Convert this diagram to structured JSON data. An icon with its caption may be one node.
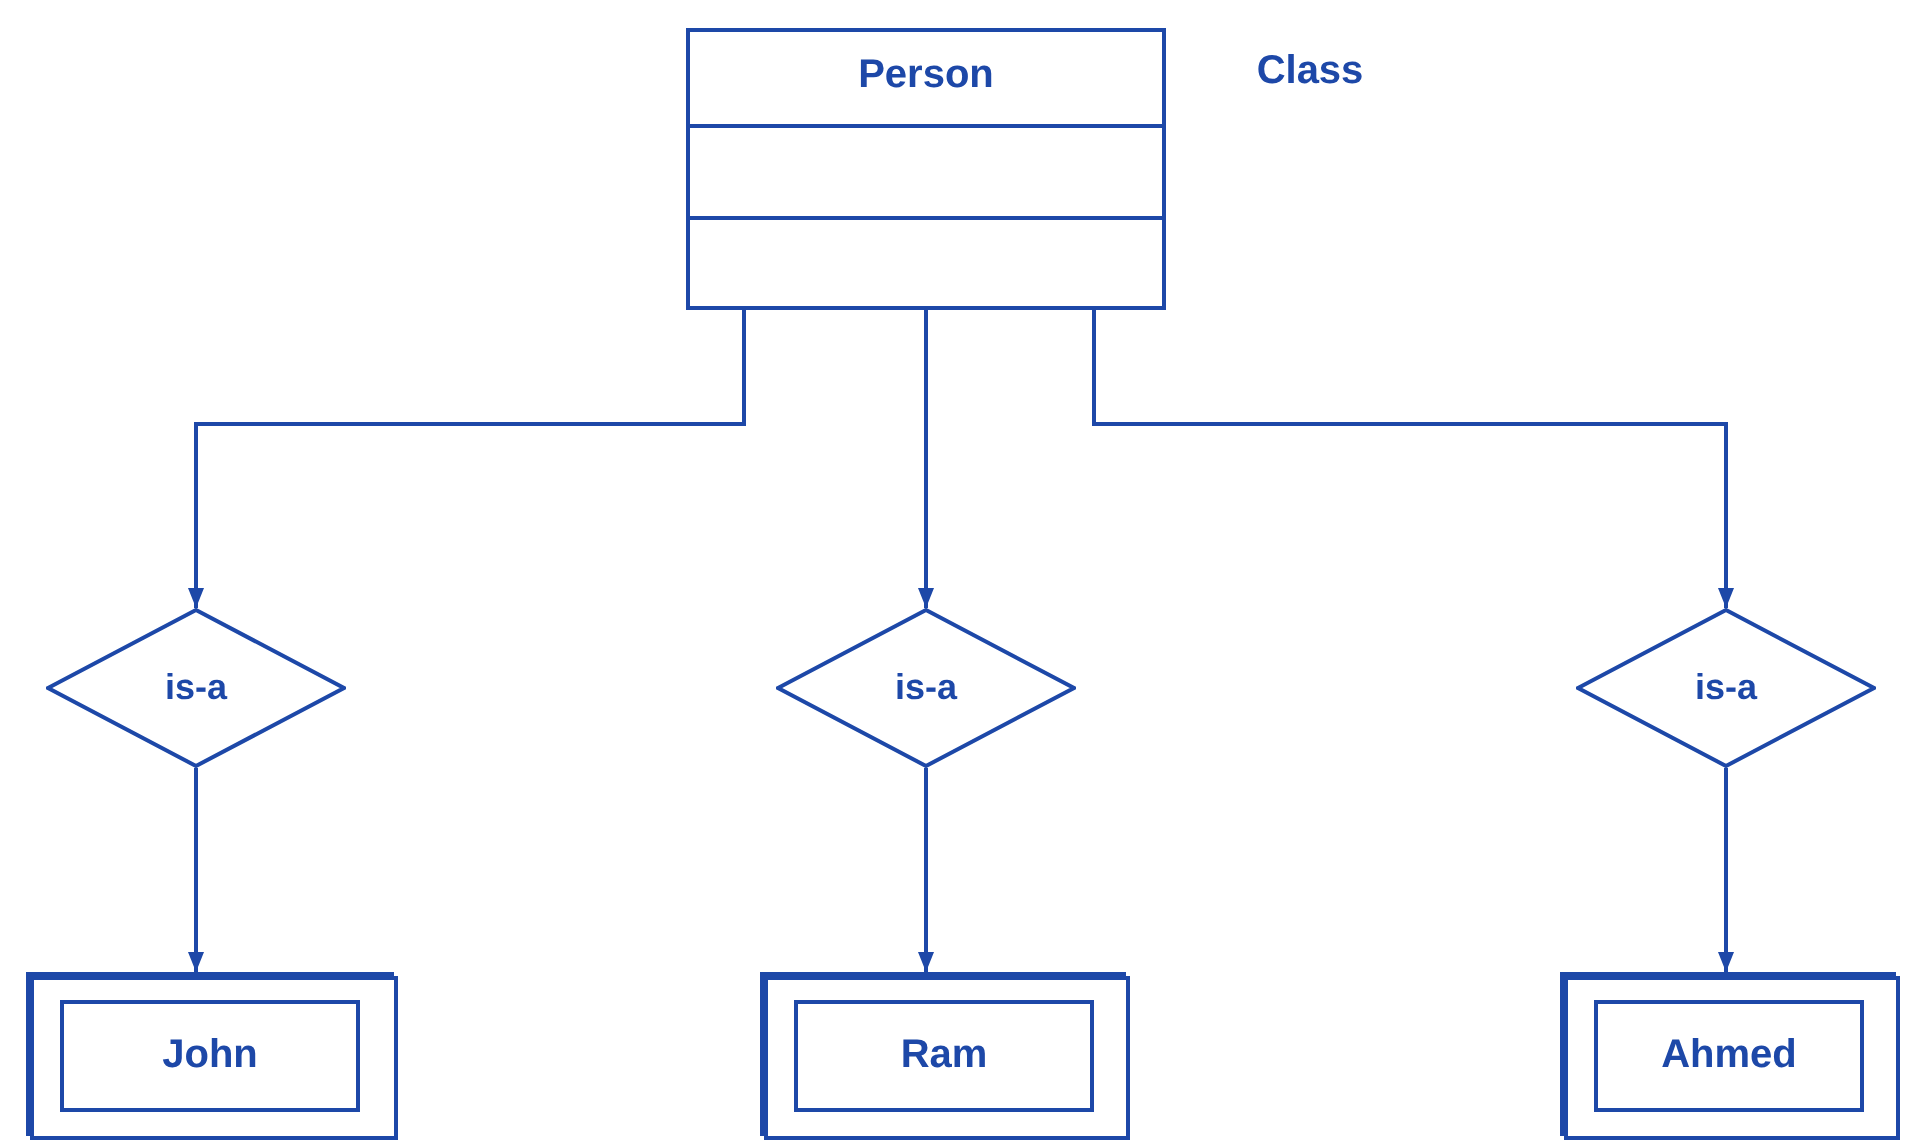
{
  "diagram": {
    "nodes": [
      {
        "text": [
          "Person"
        ],
        "beside": [
          "Class"
        ]
      },
      {
        "text": [
          "is-a"
        ]
      },
      {
        "text": [
          "is-a"
        ]
      },
      {
        "text": [
          "is-a"
        ]
      },
      {
        "text": [],
        "shape": "box"
      },
      {
        "text": [
          "John"
        ],
        "in": 4
      },
      {
        "text": [],
        "shape": "box"
      },
      {
        "text": [
          "Ram"
        ],
        "in": 6
      },
      {
        "text": [],
        "shape": "box"
      },
      {
        "text": [
          "Ahmed"
        ],
        "in": 8
      }
    ],
    "edges": [
      {
        "from": 0,
        "to": 1,
        "arrow": "to"
      },
      {
        "from": 0,
        "to": 2,
        "arrow": "to"
      },
      {
        "from": 0,
        "to": 3,
        "arrow": "to"
      },
      {
        "from": 1,
        "to": 4,
        "arrow": "to"
      },
      {
        "from": 2,
        "to": 6,
        "arrow": "to"
      },
      {
        "from": 3,
        "to": 8,
        "arrow": "to"
      }
    ]
  }
}
